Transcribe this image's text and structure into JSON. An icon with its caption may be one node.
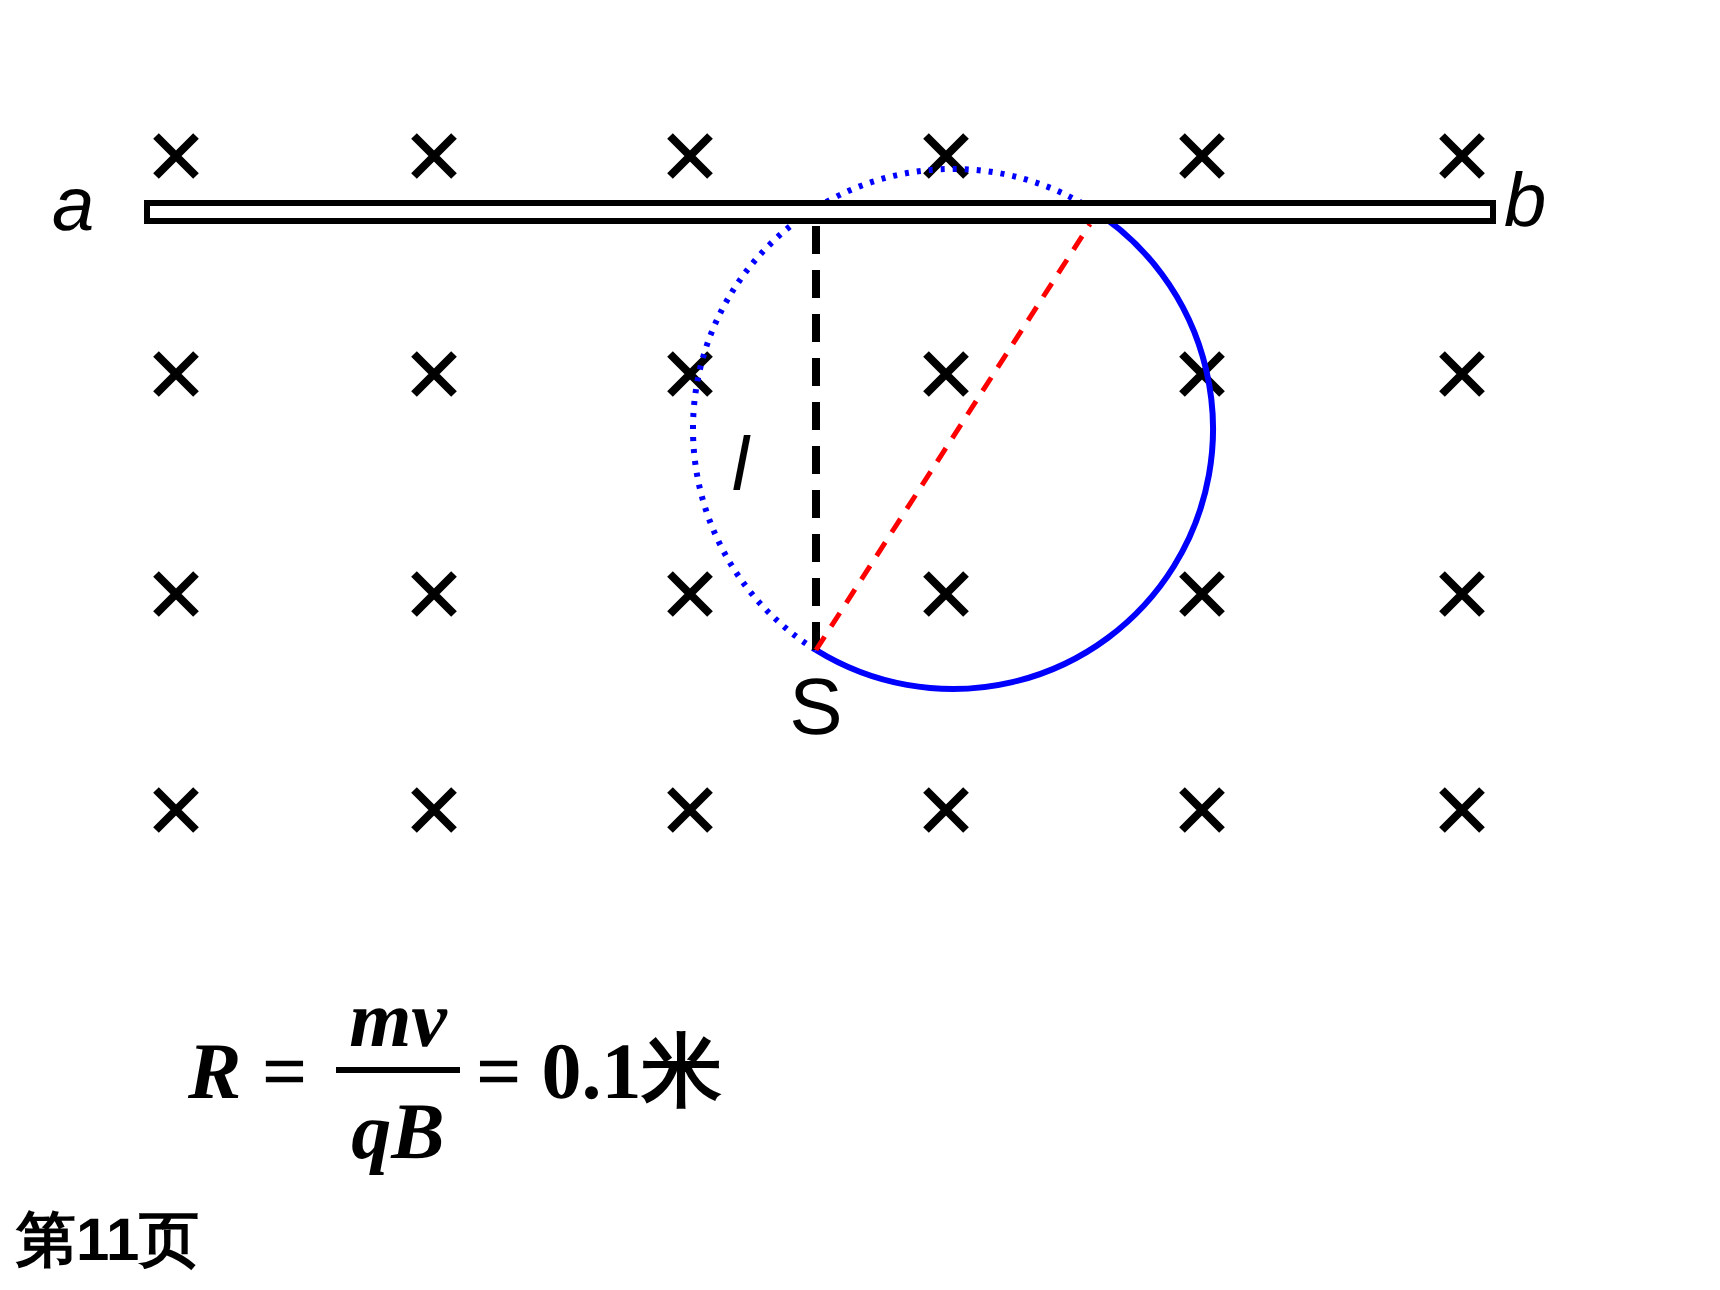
{
  "diagram": {
    "nodes": [
      {
        "text": [],
        "shape": "bar",
        "beside": [
          "a",
          "b"
        ]
      },
      {
        "text": [
          "S"
        ]
      }
    ],
    "edges": [
      {
        "from": 1,
        "to": 0,
        "arrow": "none",
        "style": "dashed",
        "label": "l"
      },
      {
        "from": 1,
        "to": 0,
        "arrow": "none",
        "style": "dashed",
        "color": "#ff0000"
      }
    ],
    "labels": [
      "R =",
      "mv",
      "qB",
      "= 0.1米",
      "第11页"
    ]
  }
}
